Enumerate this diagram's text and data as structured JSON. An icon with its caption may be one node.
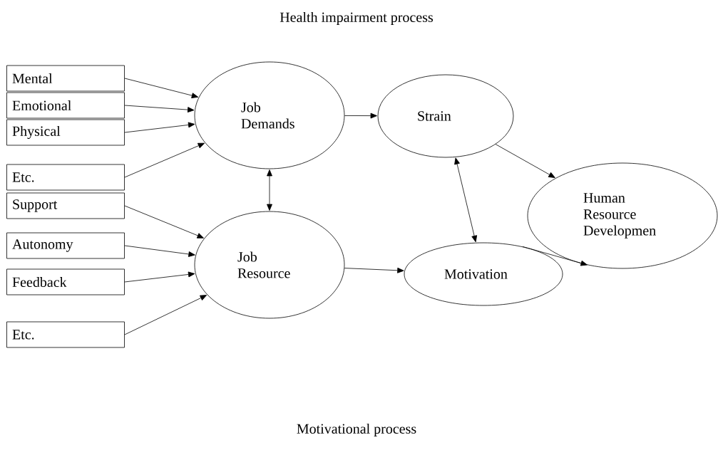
{
  "diagram": {
    "nodes": [
      {
        "text": [
          "Mental"
        ]
      },
      {
        "text": [
          "Emotional"
        ]
      },
      {
        "text": [
          "Physical"
        ]
      },
      {
        "text": [
          "Etc."
        ]
      },
      {
        "text": [
          "Support"
        ]
      },
      {
        "text": [
          "Autonomy"
        ]
      },
      {
        "text": [
          "Feedback"
        ]
      },
      {
        "text": [
          "Etc."
        ]
      },
      {
        "text": [
          "Job Demands"
        ]
      },
      {
        "text": [
          "Job Resource"
        ]
      },
      {
        "text": [
          "Strain"
        ]
      },
      {
        "text": [
          "Motivation"
        ]
      },
      {
        "text": [
          "Human Resource Developmen"
        ]
      }
    ],
    "edges": [
      {
        "from": 0,
        "to": 8,
        "arrow": "to"
      },
      {
        "from": 1,
        "to": 8,
        "arrow": "to"
      },
      {
        "from": 2,
        "to": 8,
        "arrow": "to"
      },
      {
        "from": 3,
        "to": 8,
        "arrow": "to"
      },
      {
        "from": 4,
        "to": 9,
        "arrow": "to"
      },
      {
        "from": 5,
        "to": 9,
        "arrow": "to"
      },
      {
        "from": 6,
        "to": 9,
        "arrow": "to"
      },
      {
        "from": 7,
        "to": 9,
        "arrow": "to"
      },
      {
        "from": 8,
        "to": 10,
        "arrow": "to"
      },
      {
        "from": 9,
        "to": 11,
        "arrow": "to"
      },
      {
        "from": 8,
        "to": 9,
        "arrow": "both"
      },
      {
        "from": 10,
        "to": 11,
        "arrow": "both"
      },
      {
        "from": 10,
        "to": 12,
        "arrow": "to"
      },
      {
        "from": 11,
        "to": 12,
        "arrow": "to"
      }
    ],
    "labels": [
      "Health impairment process",
      "Motivational process"
    ]
  }
}
